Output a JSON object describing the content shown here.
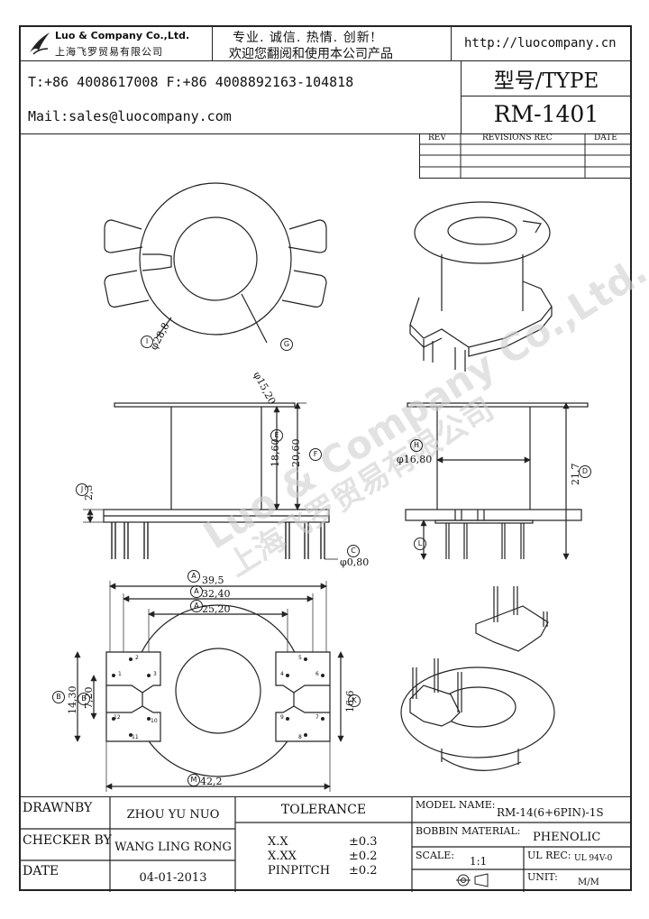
{
  "header": {
    "company_en": "Luo & Company Co.,Ltd.",
    "company_cn": "上海飞罗贸易有限公司",
    "slogan_1": "专业. 诚信. 热情. 创新!",
    "slogan_2": "欢迎您翻阅和使用本公司产品",
    "website": "http://luocompany.cn",
    "phone_fax": "T:+86 4008617008 F:+86 4008892163-104818",
    "mail": "Mail:sales@luocompany.com",
    "type_label": "型号/TYPE",
    "type_value": "RM-1401"
  },
  "revision_table": {
    "headers": [
      "REV",
      "REVISIONS REC",
      "DATE"
    ],
    "rows": [
      [
        "",
        "",
        ""
      ],
      [
        "",
        "",
        ""
      ],
      [
        "",
        "",
        ""
      ]
    ]
  },
  "dimensions": {
    "d_outer": "φ28,8",
    "d_inner": "φ15,20",
    "h1": "18,60",
    "h2": "20,60",
    "d_core": "φ16,80",
    "h_total": "21,7",
    "flange": "2,3",
    "pin_d": "φ0,80",
    "w1": "39,5",
    "w2": "32,40",
    "w3": "25,20",
    "w_bottom": "42,2",
    "h_left1": "14,30",
    "h_left2": "7,20",
    "h_right": "16,6",
    "pins_left": [
      "1",
      "2",
      "3",
      "12",
      "10",
      "11"
    ],
    "pins_right": [
      "6",
      "5",
      "4",
      "7",
      "9",
      "8"
    ],
    "circle_labels": [
      "I",
      "G",
      "E",
      "F",
      "H",
      "D",
      "J",
      "L",
      "C",
      "A",
      "A",
      "A",
      "M",
      "B",
      "B",
      "K"
    ]
  },
  "watermark": {
    "en": "Luo & Company Co.,Ltd.",
    "cn": "上海飞罗贸易有限公司"
  },
  "title_block": {
    "drawnby_label": "DRAWNBY",
    "drawnby_value": "ZHOU YU NUO",
    "checker_label": "CHECKER BY",
    "checker_value": "WANG LING RONG",
    "date_label": "DATE",
    "date_value": "04-01-2013",
    "tolerance_label": "TOLERANCE",
    "tol_rows": [
      {
        "k": "X.X",
        "v": "±0.3"
      },
      {
        "k": "X.XX",
        "v": "±0.2"
      },
      {
        "k": "PINPITCH",
        "v": "±0.2"
      }
    ],
    "model_label": "MODEL NAME:",
    "model_value": "RM-14(6+6PIN)-1S",
    "bobbin_label": "BOBBIN MATERIAL:",
    "bobbin_value": "PHENOLIC",
    "scale_label": "SCALE:",
    "scale_value": "1:1",
    "ul_label": "UL REC:",
    "ul_value": "UL 94V-0",
    "unit_label": "UNIT:",
    "unit_value": "M/M"
  }
}
